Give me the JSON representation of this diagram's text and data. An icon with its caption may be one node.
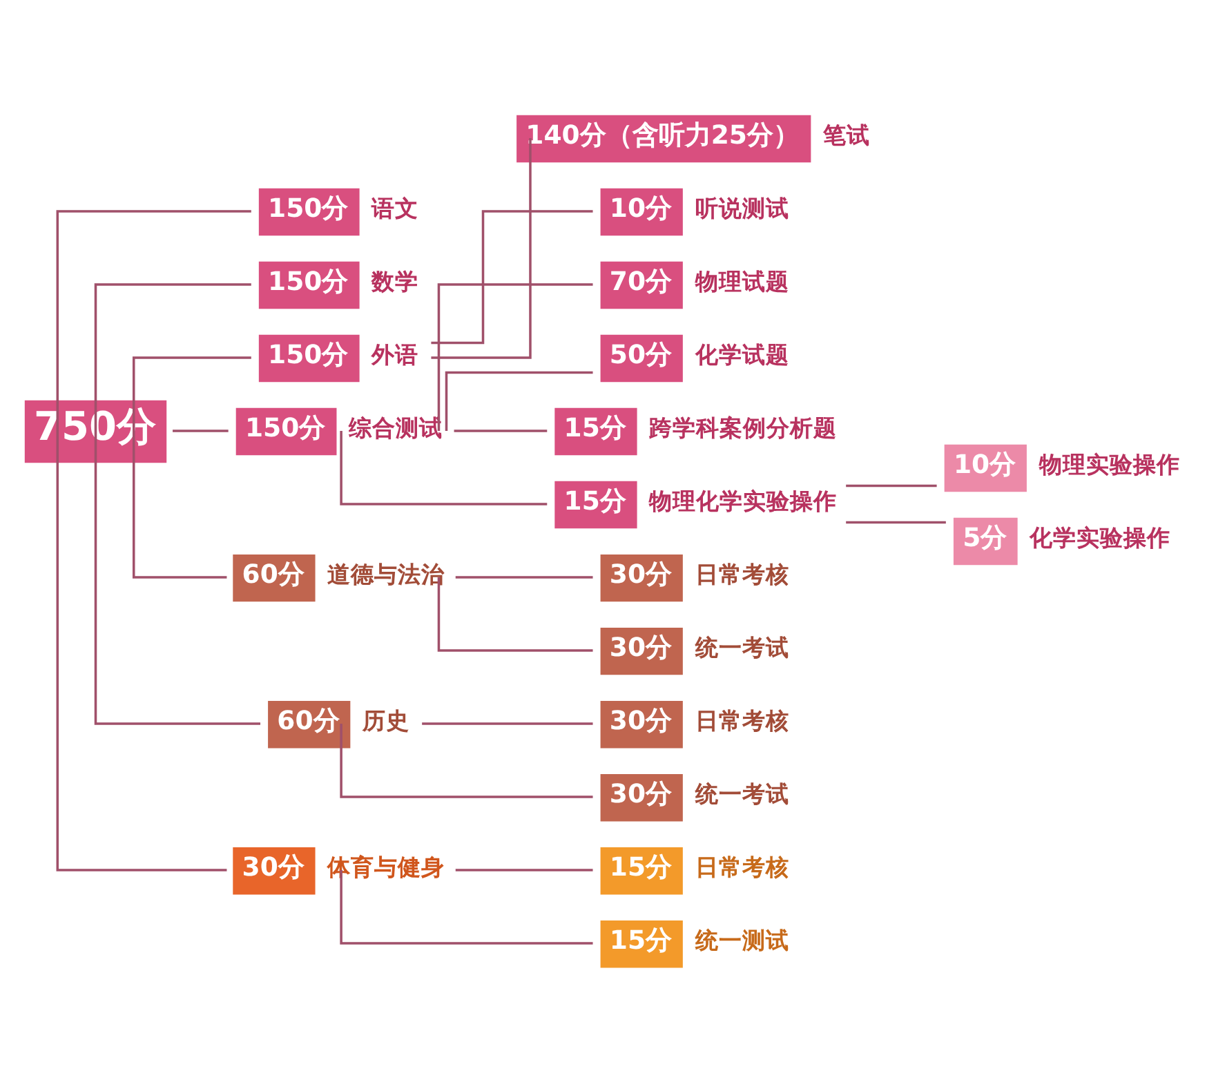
{
  "diagram": {
    "nodes": [
      {
        "text": [
          "750分"
        ]
      },
      {
        "text": [
          "150分"
        ],
        "beside": [
          "语文"
        ]
      },
      {
        "text": [
          "150分"
        ],
        "beside": [
          "数学"
        ]
      },
      {
        "text": [
          "150分"
        ],
        "beside": [
          "外语"
        ]
      },
      {
        "text": [
          "140分（含听力25分）"
        ],
        "beside": [
          "笔试"
        ]
      },
      {
        "text": [
          "10分"
        ],
        "beside": [
          "听说测试"
        ]
      },
      {
        "text": [
          "150分"
        ],
        "beside": [
          "综合测试"
        ]
      },
      {
        "text": [
          "70分"
        ],
        "beside": [
          "物理试题"
        ]
      },
      {
        "text": [
          "50分"
        ],
        "beside": [
          "化学试题"
        ]
      },
      {
        "text": [
          "15分"
        ],
        "beside": [
          "跨学科案例分析题"
        ]
      },
      {
        "text": [
          "15分"
        ],
        "beside": [
          "物理化学实验操作"
        ]
      },
      {
        "text": [
          "10分"
        ],
        "beside": [
          "物理实验操作"
        ]
      },
      {
        "text": [
          "5分"
        ],
        "beside": [
          "化学实验操作"
        ]
      },
      {
        "text": [
          "60分"
        ],
        "beside": [
          "道德与法治"
        ]
      },
      {
        "text": [
          "30分"
        ],
        "beside": [
          "日常考核"
        ]
      },
      {
        "text": [
          "30分"
        ],
        "beside": [
          "统一考试"
        ]
      },
      {
        "text": [
          "60分"
        ],
        "beside": [
          "历史"
        ]
      },
      {
        "text": [
          "30分"
        ],
        "beside": [
          "日常考核"
        ]
      },
      {
        "text": [
          "30分"
        ],
        "beside": [
          "统一考试"
        ]
      },
      {
        "text": [
          "30分"
        ],
        "beside": [
          "体育与健身"
        ]
      },
      {
        "text": [
          "15分"
        ],
        "beside": [
          "日常考核"
        ]
      },
      {
        "text": [
          "15分"
        ],
        "beside": [
          "统一测试"
        ]
      }
    ],
    "edges": [
      {
        "from": 0,
        "to": 1,
        "arrow": "none"
      },
      {
        "from": 0,
        "to": 2,
        "arrow": "none"
      },
      {
        "from": 0,
        "to": 3,
        "arrow": "none"
      },
      {
        "from": 3,
        "to": 4,
        "arrow": "none"
      },
      {
        "from": 3,
        "to": 5,
        "arrow": "none"
      },
      {
        "from": 0,
        "to": 6,
        "arrow": "none"
      },
      {
        "from": 6,
        "to": 7,
        "arrow": "none"
      },
      {
        "from": 6,
        "to": 8,
        "arrow": "none"
      },
      {
        "from": 6,
        "to": 9,
        "arrow": "none"
      },
      {
        "from": 6,
        "to": 10,
        "arrow": "none"
      },
      {
        "from": 10,
        "to": 11,
        "arrow": "none"
      },
      {
        "from": 10,
        "to": 12,
        "arrow": "none"
      },
      {
        "from": 0,
        "to": 13,
        "arrow": "none"
      },
      {
        "from": 13,
        "to": 14,
        "arrow": "none"
      },
      {
        "from": 13,
        "to": 15,
        "arrow": "none"
      },
      {
        "from": 0,
        "to": 16,
        "arrow": "none"
      },
      {
        "from": 16,
        "to": 17,
        "arrow": "none"
      },
      {
        "from": 16,
        "to": 18,
        "arrow": "none"
      },
      {
        "from": 0,
        "to": 19,
        "arrow": "none"
      },
      {
        "from": 19,
        "to": 20,
        "arrow": "none"
      },
      {
        "from": 19,
        "to": 21,
        "arrow": "none"
      }
    ]
  }
}
